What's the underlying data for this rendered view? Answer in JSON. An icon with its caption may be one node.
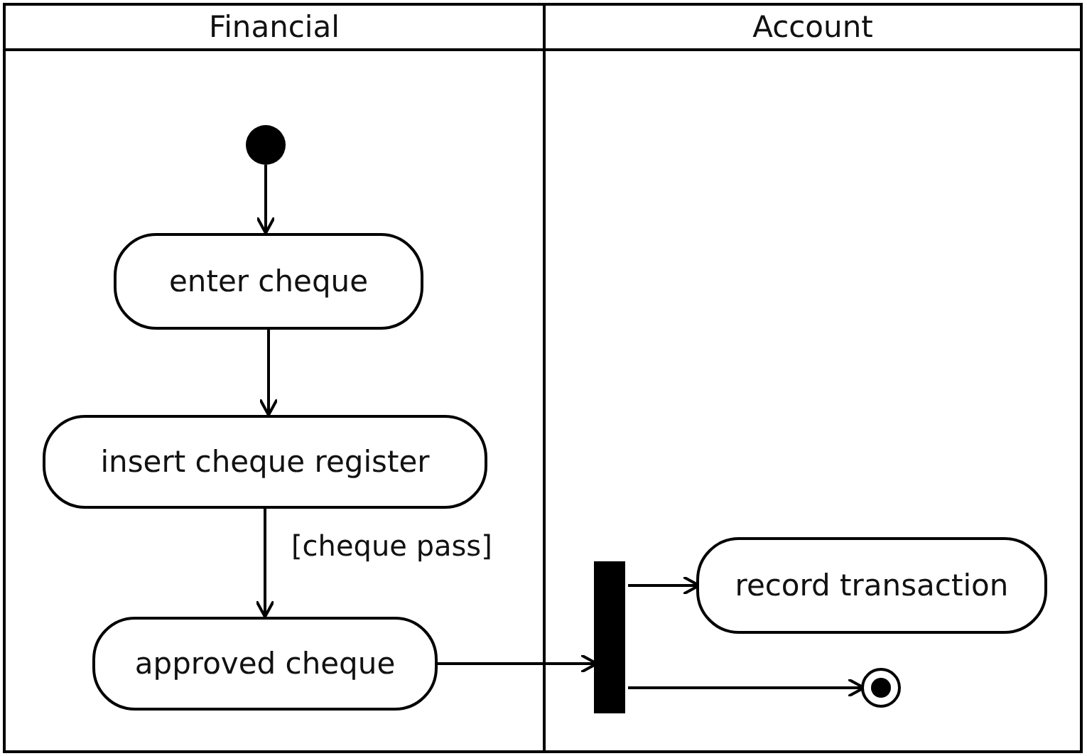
{
  "diagram": {
    "nodes": [
      {
        "text": [
          "Financial"
        ]
      },
      {
        "text": [
          "Account"
        ]
      },
      {
        "text": [],
        "shape": "circle",
        "in": 0
      },
      {
        "text": [
          "enter cheque"
        ],
        "in": 0
      },
      {
        "text": [
          "insert cheque register"
        ],
        "in": 0
      },
      {
        "text": [
          "approved cheque"
        ],
        "in": 0
      },
      {
        "text": [],
        "shape": "bar",
        "in": 1
      },
      {
        "text": [
          "record transaction"
        ],
        "in": 1
      },
      {
        "text": [],
        "shape": "circle",
        "in": 1
      }
    ],
    "edges": [
      {
        "from": 2,
        "to": 3,
        "arrow": "to"
      },
      {
        "from": 3,
        "to": 4,
        "arrow": "to"
      },
      {
        "from": 4,
        "to": 5,
        "arrow": "to",
        "label": "[cheque pass]"
      },
      {
        "from": 5,
        "to": 6,
        "arrow": "to"
      },
      {
        "from": 6,
        "to": 7,
        "arrow": "to"
      },
      {
        "from": 6,
        "to": 8,
        "arrow": "to"
      }
    ]
  }
}
